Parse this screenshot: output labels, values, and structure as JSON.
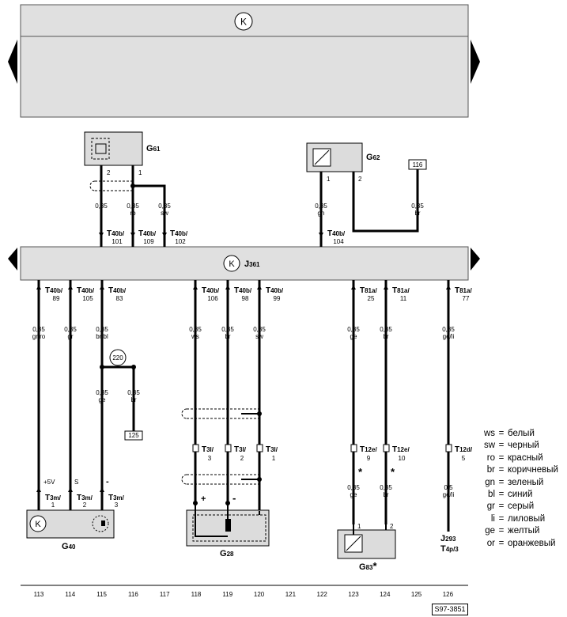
{
  "colors": {
    "band": "#e0e0e0",
    "component_fill": "#dcdcdc",
    "wire": "#000000",
    "shield": "#000000"
  },
  "top_band": {
    "symbol": "K",
    "left_arrow": "arrow-left",
    "right_arrow": "arrow-right"
  },
  "control_unit": {
    "prefix": "J",
    "sub": "361",
    "symbol": "K"
  },
  "components": {
    "G61": {
      "prefix": "G",
      "sub": "61",
      "pin_a": "2",
      "pin_b": "1"
    },
    "G62": {
      "prefix": "G",
      "sub": "62",
      "pin_a": "1",
      "pin_b": "2",
      "ref_box": "116"
    },
    "G40": {
      "prefix": "G",
      "sub": "40"
    },
    "G28": {
      "prefix": "G",
      "sub": "28"
    },
    "G83": {
      "prefix": "G",
      "sub": "83",
      "star": "*",
      "pin_a": "1",
      "pin_b": "2"
    },
    "J293": {
      "prefix": "J",
      "sub": "293",
      "conn": "T",
      "conn_sub": "4p/3"
    }
  },
  "upper_wires": [
    {
      "size": "0,35",
      "color": "li",
      "conn_main": "T",
      "conn_sub": "40b/",
      "conn_pin": "101"
    },
    {
      "size": "0,35",
      "color": "ro",
      "conn_main": "T",
      "conn_sub": "40b/",
      "conn_pin": "109"
    },
    {
      "size": "0,35",
      "color": "sw",
      "conn_main": "T",
      "conn_sub": "40b/",
      "conn_pin": "102"
    },
    {
      "size": "0,35",
      "color": "gn",
      "conn_main": "T",
      "conn_sub": "40b/",
      "conn_pin": "104"
    },
    {
      "size": "0,35",
      "color": "br"
    }
  ],
  "lower_wires": [
    {
      "conn_main": "T",
      "conn_sub": "40b/",
      "conn_pin": "89",
      "size": "0,35",
      "color": "gr/ro"
    },
    {
      "conn_main": "T",
      "conn_sub": "40b/",
      "conn_pin": "105",
      "size": "0,35",
      "color": "gr"
    },
    {
      "conn_main": "T",
      "conn_sub": "40b/",
      "conn_pin": "83",
      "size": "0,35",
      "color": "br/bl"
    },
    {
      "conn_main": "T",
      "conn_sub": "40b/",
      "conn_pin": "106",
      "size": "0,35",
      "color": "ws"
    },
    {
      "conn_main": "T",
      "conn_sub": "40b/",
      "conn_pin": "98",
      "size": "0,35",
      "color": "br"
    },
    {
      "conn_main": "T",
      "conn_sub": "40b/",
      "conn_pin": "99",
      "size": "0,35",
      "color": "sw"
    },
    {
      "conn_main": "T",
      "conn_sub": "81a/",
      "conn_pin": "25",
      "size": "0,35",
      "color": "ge"
    },
    {
      "conn_main": "T",
      "conn_sub": "81a/",
      "conn_pin": "11",
      "size": "0,35",
      "color": "br"
    },
    {
      "conn_main": "T",
      "conn_sub": "81a/",
      "conn_pin": "77",
      "size": "0,35",
      "color": "ge/li"
    }
  ],
  "branch_220": {
    "id": "220",
    "left": {
      "size": "0,35",
      "color": "ge"
    },
    "right": {
      "size": "0,35",
      "color": "br"
    },
    "ref_box": "125"
  },
  "g40_connectors": [
    {
      "label": "+5V",
      "conn_main": "T",
      "conn_sub": "3m/",
      "conn_pin": "1"
    },
    {
      "label": "S",
      "conn_main": "T",
      "conn_sub": "3m/",
      "conn_pin": "2"
    },
    {
      "label": "-",
      "conn_main": "T",
      "conn_sub": "3m/",
      "conn_pin": "3"
    }
  ],
  "g28_connectors": [
    {
      "conn_main": "T",
      "conn_sub": "3l/",
      "conn_pin": "3",
      "mark": "+"
    },
    {
      "conn_main": "T",
      "conn_sub": "3l/",
      "conn_pin": "2",
      "mark": "-"
    },
    {
      "conn_main": "T",
      "conn_sub": "3l/",
      "conn_pin": "1"
    }
  ],
  "g83_connectors": [
    {
      "conn_main": "T",
      "conn_sub": "12e/",
      "conn_pin": "9",
      "star": "*",
      "size": "0,35",
      "color": "ge"
    },
    {
      "conn_main": "T",
      "conn_sub": "12e/",
      "conn_pin": "10",
      "star": "*",
      "size": "0,35",
      "color": "br"
    }
  ],
  "j293_connector": {
    "conn_main": "T",
    "conn_sub": "12d/",
    "conn_pin": "5",
    "size": "0,5",
    "color": "ge/li"
  },
  "legend": [
    {
      "code": "ws",
      "eq": "=",
      "name": "белый"
    },
    {
      "code": "sw",
      "eq": "=",
      "name": "черный"
    },
    {
      "code": "ro",
      "eq": "=",
      "name": "красный"
    },
    {
      "code": "br",
      "eq": "=",
      "name": "коричневый"
    },
    {
      "code": "gn",
      "eq": "=",
      "name": "зеленый"
    },
    {
      "code": "bl",
      "eq": "=",
      "name": "синий"
    },
    {
      "code": "gr",
      "eq": "=",
      "name": "серый"
    },
    {
      "code": "li",
      "eq": "=",
      "name": "лиловый"
    },
    {
      "code": "ge",
      "eq": "=",
      "name": "желтый"
    },
    {
      "code": "or",
      "eq": "=",
      "name": "оранжевый"
    }
  ],
  "footer_numbers": [
    "113",
    "114",
    "115",
    "116",
    "117",
    "118",
    "119",
    "120",
    "121",
    "122",
    "123",
    "124",
    "125",
    "126"
  ],
  "ref_code": "S97-3851"
}
